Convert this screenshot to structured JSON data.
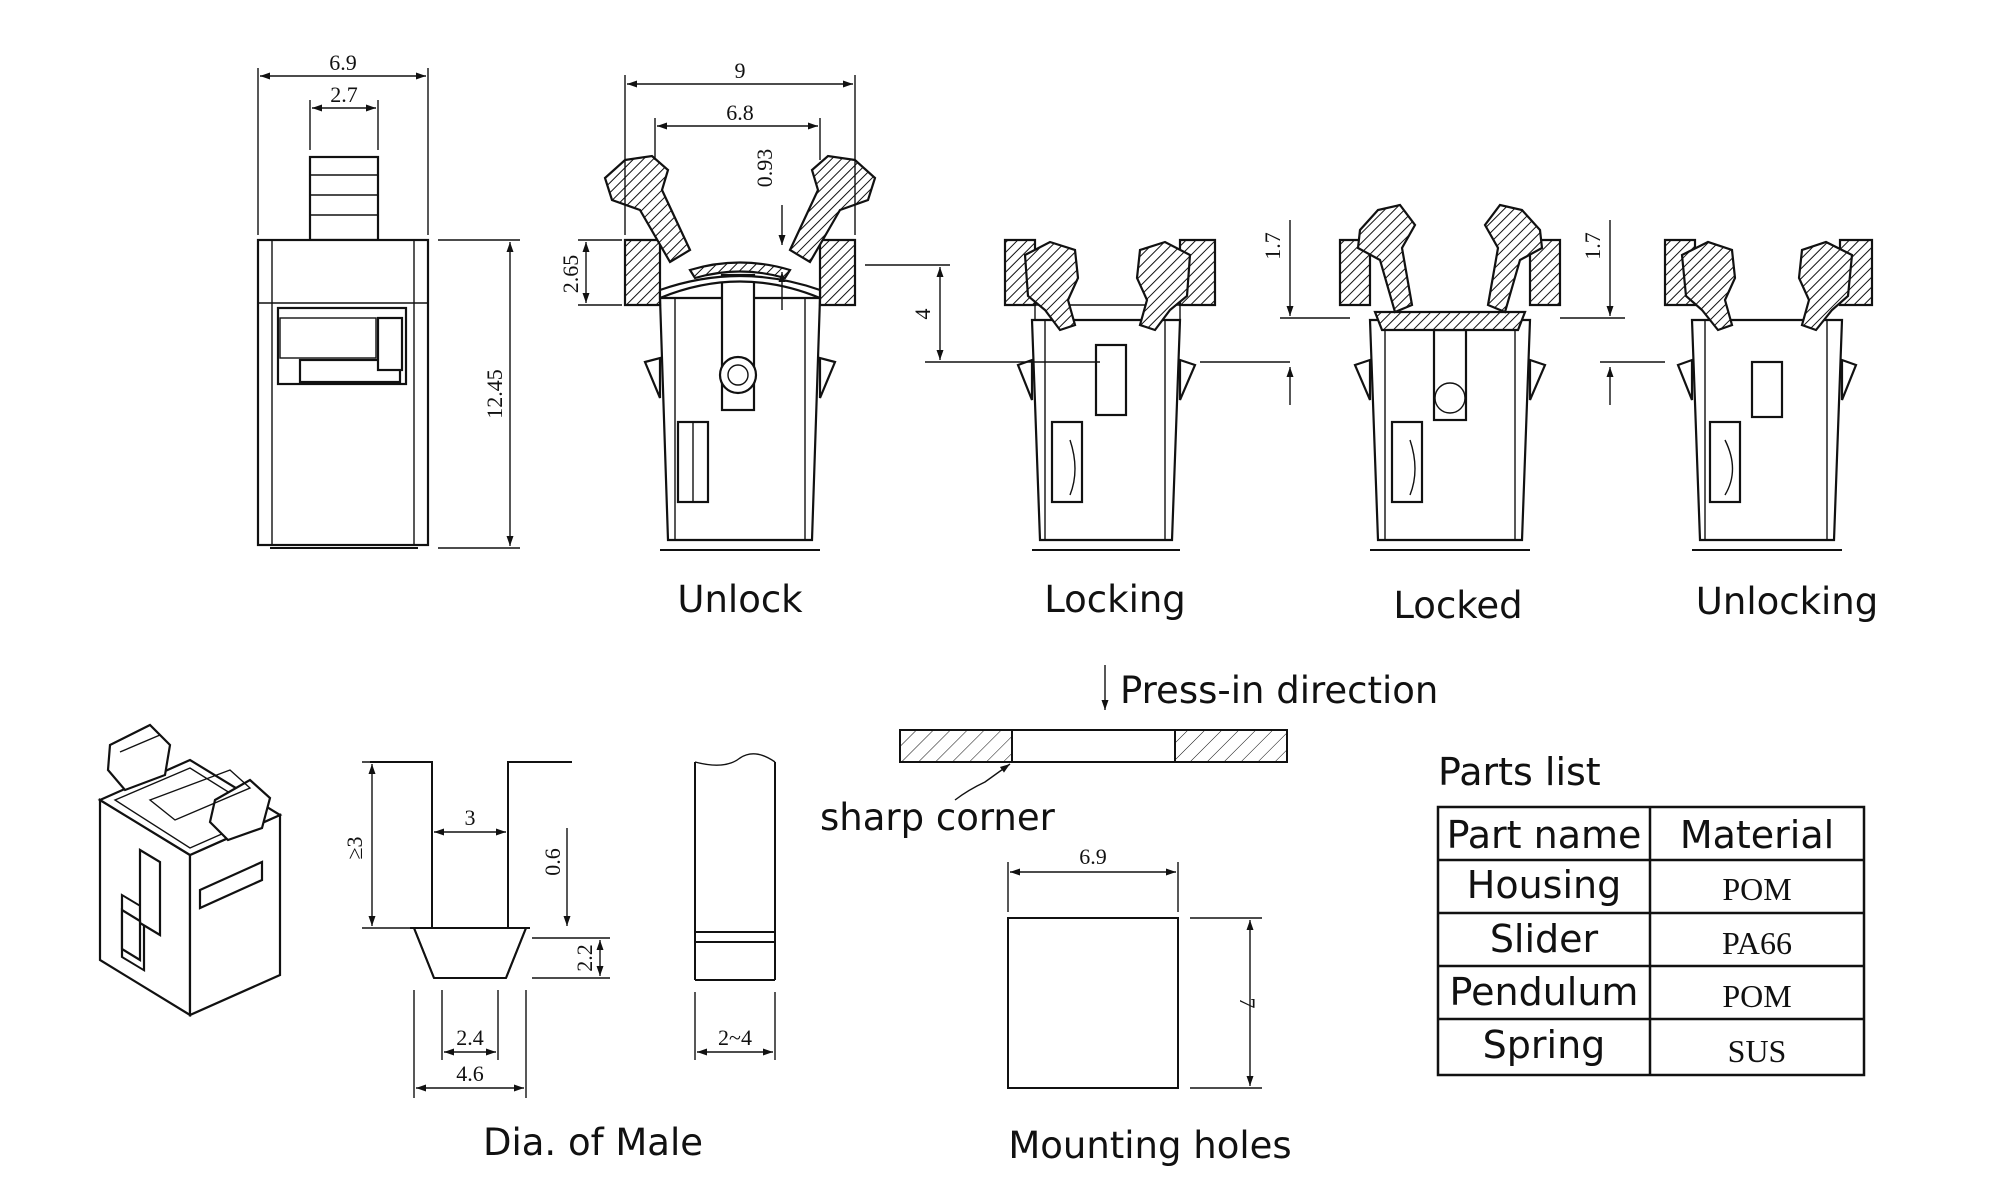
{
  "dimensions": {
    "side_width": "6.9",
    "side_stem": "2.7",
    "side_height": "12.45",
    "top_width": "9",
    "top_inner": "6.8",
    "top_gap": "0.93",
    "top_flange": "2.65",
    "stroke": "4",
    "locked_drop": "1.7",
    "unlocking_drop": "1.7",
    "male_height": "≥3",
    "male_slot": "3",
    "male_lip": "0.6",
    "male_head": "2.2",
    "male_tip": "2.4",
    "male_base": "4.6",
    "male_thickness": "2~4",
    "hole_w": "6.9",
    "hole_h": "7"
  },
  "captions": {
    "unlock": "Unlock",
    "locking": "Locking",
    "locked": "Locked",
    "unlocking": "Unlocking",
    "male": "Dia. of Male",
    "holes": "Mounting holes",
    "press": "Press-in direction",
    "sharp": "sharp corner"
  },
  "parts_list": {
    "title": "Parts list",
    "headers": [
      "Part name",
      "Material"
    ],
    "rows": [
      [
        "Housing",
        "POM"
      ],
      [
        "Slider",
        "PA66"
      ],
      [
        "Pendulum",
        "POM"
      ],
      [
        "Spring",
        "SUS"
      ]
    ]
  }
}
